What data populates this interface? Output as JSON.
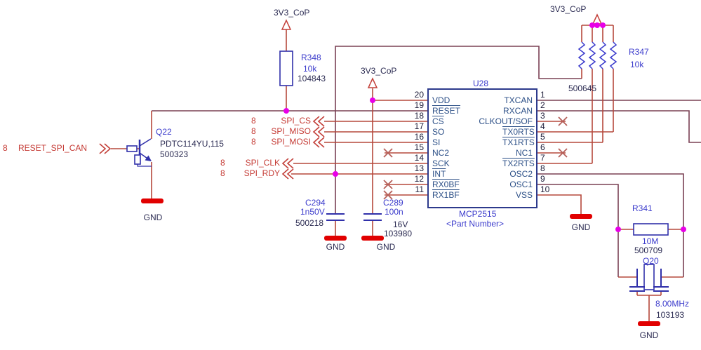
{
  "power": {
    "v3v3_left": "3V3_CoP",
    "v3v3_mid": "3V3_CoP",
    "v3v3_right": "3V3_CoP",
    "gnd": "GND"
  },
  "components": {
    "r348": {
      "ref": "R348",
      "value": "10k",
      "part": "104843"
    },
    "r347": {
      "ref": "R347",
      "value": "10k",
      "part": "500645"
    },
    "r341": {
      "ref": "R341",
      "value": "10M",
      "part": "500709"
    },
    "c294": {
      "ref": "C294",
      "value": "1n50V",
      "part": "500218"
    },
    "c289": {
      "ref": "C289",
      "value": "100n",
      "voltage": "16V",
      "part": "103980"
    },
    "q22": {
      "ref": "Q22",
      "value": "PDTC114YU,115",
      "part": "500323"
    },
    "q20": {
      "ref": "Q20",
      "value": "8.00MHz",
      "part": "103193"
    },
    "u28": {
      "ref": "U28",
      "value": "MCP2515",
      "part": "<Part Number>"
    }
  },
  "signals": {
    "reset": {
      "page": "8",
      "name": "RESET_SPI_CAN"
    },
    "cs": {
      "page": "8",
      "name": "SPI_CS"
    },
    "miso": {
      "page": "8",
      "name": "SPI_MISO"
    },
    "mosi": {
      "page": "8",
      "name": "SPI_MOSI"
    },
    "clk": {
      "page": "8",
      "name": "SPI_CLK"
    },
    "rdy": {
      "page": "8",
      "name": "SPI_RDY"
    }
  },
  "ic": {
    "pins_left": [
      {
        "num": "20",
        "name": "VDD"
      },
      {
        "num": "19",
        "name": "RESET",
        "active_low": true
      },
      {
        "num": "18",
        "name": "CS",
        "active_low": true
      },
      {
        "num": "17",
        "name": "SO"
      },
      {
        "num": "16",
        "name": "SI"
      },
      {
        "num": "15",
        "name": "NC2",
        "no_connect": true
      },
      {
        "num": "14",
        "name": "SCK"
      },
      {
        "num": "13",
        "name": "INT",
        "active_low": true
      },
      {
        "num": "12",
        "name": "RX0BF",
        "active_low": true
      },
      {
        "num": "11",
        "name": "RX1BF",
        "active_low": true
      }
    ],
    "pins_right": [
      {
        "num": "1",
        "name": "TXCAN"
      },
      {
        "num": "2",
        "name": "RXCAN"
      },
      {
        "num": "3",
        "name": "CLKOUT/SOF",
        "no_connect": true
      },
      {
        "num": "4",
        "name": "TX0RTS",
        "active_low": true
      },
      {
        "num": "5",
        "name": "TX1RTS",
        "active_low": true
      },
      {
        "num": "6",
        "name": "NC1",
        "no_connect": true
      },
      {
        "num": "7",
        "name": "TX2RTS",
        "active_low": true
      },
      {
        "num": "8",
        "name": "OSC2"
      },
      {
        "num": "9",
        "name": "OSC1"
      },
      {
        "num": "10",
        "name": "VSS"
      }
    ]
  },
  "colors": {
    "wire_route": "#7a4054",
    "wire_stub": "#b5483b",
    "component_blue": "#3030aa",
    "ic_border": "#2d3a8c",
    "label_blue": "#3c3ccc",
    "label_navy": "#2b2b52",
    "signal_red": "#c53b35",
    "junction_dot": "#e800e8",
    "gnd_bar": "#e10000",
    "no_connect_x": "#b5605a"
  }
}
